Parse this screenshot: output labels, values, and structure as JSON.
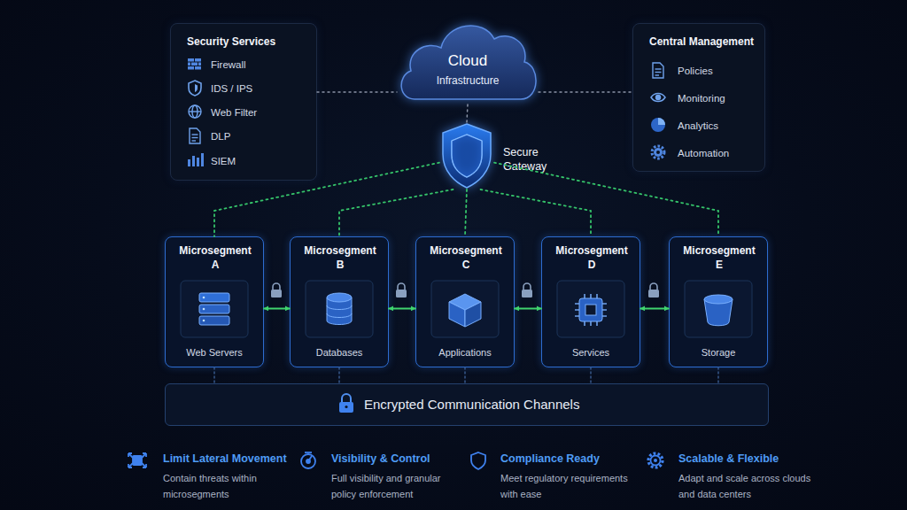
{
  "diagram": {
    "nodes": [
      {
        "text": [
          "Security Services",
          "Firewall",
          "IDS / IPS",
          "Web Filter",
          "DLP",
          "SIEM"
        ]
      },
      {
        "text": [
          "Cloud",
          "Infrastructure"
        ]
      },
      {
        "text": [
          "Central Management",
          "Policies",
          "Monitoring",
          "Analytics",
          "Automation"
        ]
      },
      {
        "text": [
          "Secure Gateway"
        ]
      },
      {
        "text": [
          "Microsegment A",
          "Web Servers"
        ]
      },
      {
        "text": [
          "Microsegment B",
          "Databases"
        ]
      },
      {
        "text": [
          "Microsegment C",
          "Applications"
        ]
      },
      {
        "text": [
          "Microsegment D",
          "Services"
        ]
      },
      {
        "text": [
          "Microsegment E",
          "Storage"
        ]
      },
      {
        "text": [
          "Encrypted Communication Channels"
        ]
      }
    ],
    "edges": [
      {
        "from": 0,
        "to": 1,
        "arrow": "none"
      },
      {
        "from": 1,
        "to": 2,
        "arrow": "none"
      },
      {
        "from": 1,
        "to": 3,
        "arrow": "none"
      },
      {
        "from": 3,
        "to": 4,
        "arrow": "none"
      },
      {
        "from": 3,
        "to": 5,
        "arrow": "none"
      },
      {
        "from": 3,
        "to": 6,
        "arrow": "none"
      },
      {
        "from": 3,
        "to": 7,
        "arrow": "none"
      },
      {
        "from": 3,
        "to": 8,
        "arrow": "none"
      },
      {
        "from": 4,
        "to": 5,
        "arrow": "both"
      },
      {
        "from": 5,
        "to": 6,
        "arrow": "both"
      },
      {
        "from": 6,
        "to": 7,
        "arrow": "both"
      },
      {
        "from": 7,
        "to": 8,
        "arrow": "both"
      },
      {
        "from": 4,
        "to": 9,
        "arrow": "none"
      },
      {
        "from": 5,
        "to": 9,
        "arrow": "none"
      },
      {
        "from": 6,
        "to": 9,
        "arrow": "none"
      },
      {
        "from": 7,
        "to": 9,
        "arrow": "none"
      },
      {
        "from": 8,
        "to": 9,
        "arrow": "none"
      }
    ],
    "labels": [
      "Limit Lateral Movement",
      "Contain threats within microsegments",
      "Visibility & Control",
      "Full visibility and granular policy enforcement",
      "Compliance Ready",
      "Meet regulatory requirements with ease",
      "Scalable & Flexible",
      "Adapt and scale across clouds and data centers"
    ]
  }
}
